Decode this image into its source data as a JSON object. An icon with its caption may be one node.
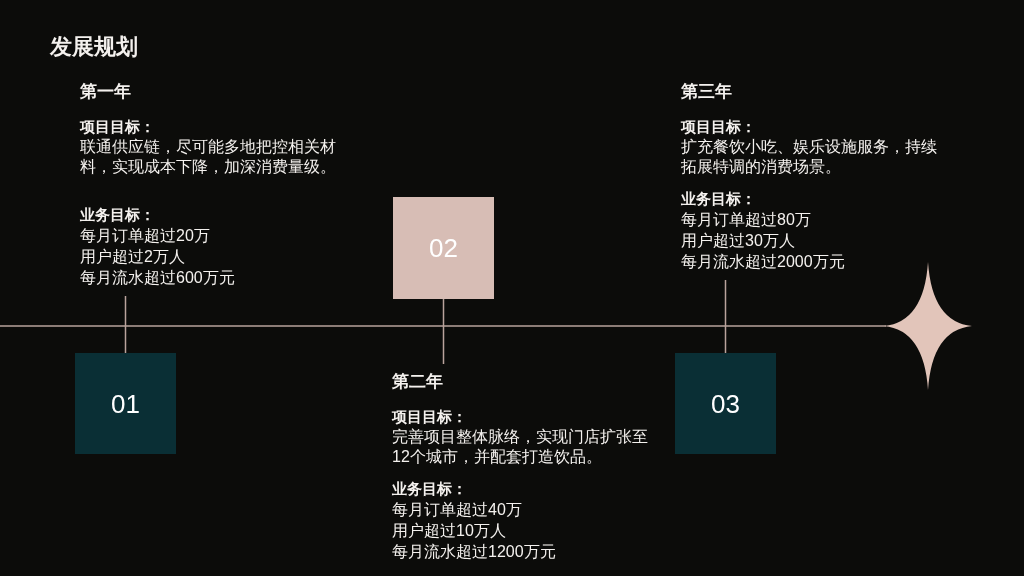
{
  "diagram": {
    "title": "发展规划",
    "nodes": [
      {
        "text": [
          "第一年",
          "项目目标：",
          "联通供应链，尽可能多地把控相关材料，实现成本下降，加深消费量级。",
          "业务目标：",
          "每月订单超过20万",
          "用户超过2万人",
          "每月流水超过600万元"
        ]
      },
      {
        "text": [
          "01"
        ]
      },
      {
        "text": [
          "02"
        ]
      },
      {
        "text": [
          "第二年",
          "项目目标：",
          "完善项目整体脉络，实现门店扩张至12个城市，并配套打造饮品。",
          "业务目标：",
          "每月订单超过40万",
          "用户超过10万人",
          "每月流水超过1200万元"
        ]
      },
      {
        "text": [
          "03"
        ]
      },
      {
        "text": [
          "第三年",
          "项目目标：",
          "扩充餐饮小吃、娱乐设施服务，持续拓展特调的消费场景。",
          "业务目标：",
          "每月订单超过80万",
          "用户超过30万人",
          "每月流水超过2000万元"
        ]
      }
    ],
    "edges": [
      {
        "from": 1,
        "to": 0,
        "arrow": "none"
      },
      {
        "from": 2,
        "to": 3,
        "arrow": "none"
      },
      {
        "from": 4,
        "to": 5,
        "arrow": "none"
      }
    ]
  }
}
